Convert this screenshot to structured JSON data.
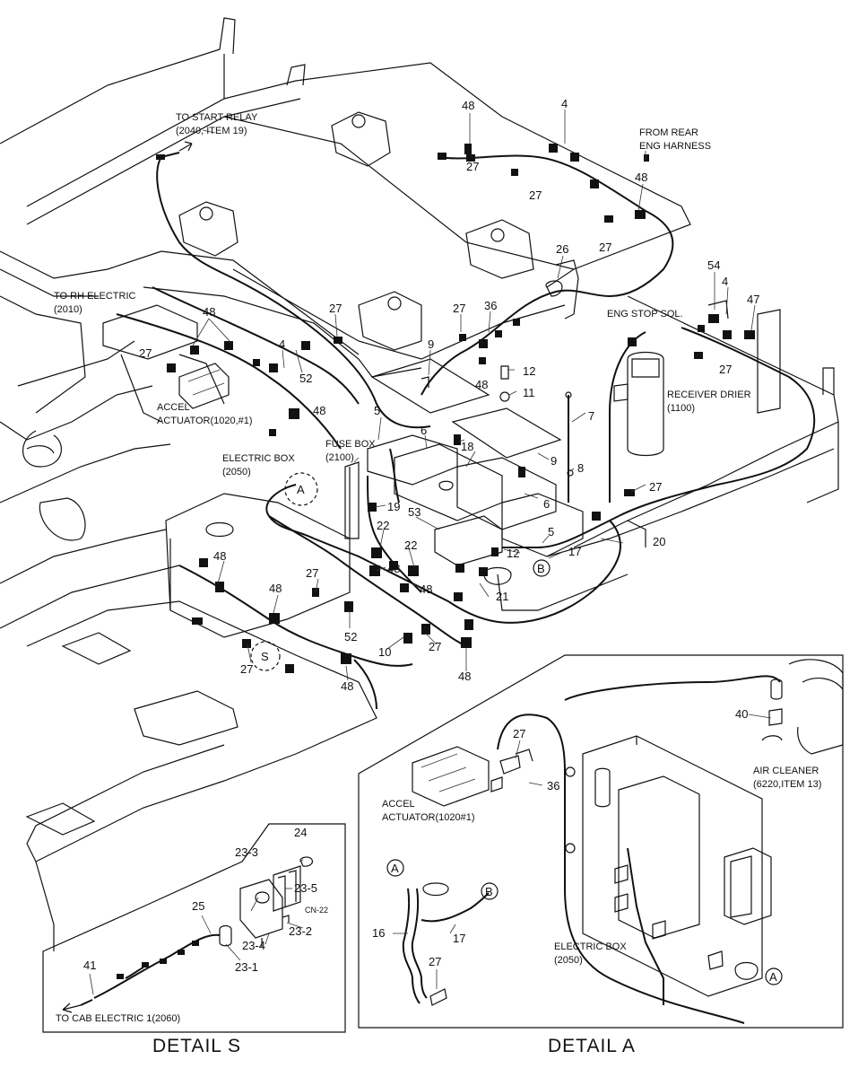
{
  "callouts": {
    "c48a": "48",
    "c4a": "4",
    "c27a": "27",
    "c27b": "27",
    "c48b": "48",
    "c27c": "27",
    "c26": "26",
    "c54": "54",
    "c4b": "4",
    "c47": "47",
    "c27d": "27",
    "c36": "36",
    "c27e": "27",
    "c48c": "48",
    "c27f": "27",
    "c4c": "4",
    "c52a": "52",
    "c9": "9",
    "c12a": "12",
    "c48d": "48",
    "c11": "11",
    "c27g": "27",
    "c7": "7",
    "c48e": "48",
    "c5a": "5",
    "c6a": "6",
    "c18": "18",
    "c9b": "9",
    "c8": "8",
    "c6b": "6",
    "c27h": "27",
    "c19": "19",
    "c53": "53",
    "c22a": "22",
    "c22b": "22",
    "c5b": "5",
    "c17a": "17",
    "c20": "20",
    "c12b": "12",
    "c48f": "48",
    "c27i": "27",
    "c48g": "48",
    "c48h": "48",
    "c48i": "48",
    "c21": "21",
    "c52b": "52",
    "c10": "10",
    "c27j": "27",
    "c27k": "27",
    "c48j": "48",
    "c48k": "48",
    "c40": "40",
    "c27l": "27",
    "c36b": "36",
    "c24": "24",
    "c233": "23-3",
    "c235": "23-5",
    "c25": "25",
    "c234": "23-4",
    "c232": "23-2",
    "c231": "23-1",
    "c41": "41",
    "c16": "16",
    "c17b": "17",
    "c27m": "27"
  },
  "labels": {
    "to_start_relay_1": "TO START RELAY",
    "to_start_relay_2": "(2040, ITEM 19)",
    "from_rear_1": "FROM REAR",
    "from_rear_2": "ENG HARNESS",
    "to_rh_electric_1": "TO RH ELECTRIC",
    "to_rh_electric_2": "(2010)",
    "eng_stop_sol": "ENG STOP SOL.",
    "receiver_drier_1": "RECEIVER DRIER",
    "receiver_drier_2": "(1100)",
    "accel_actuator_1": "ACCEL",
    "accel_actuator_2": "ACTUATOR(1020,#1)",
    "electric_box_1": "ELECTRIC BOX",
    "electric_box_2": "(2050)",
    "fuse_box_1": "FUSE BOX",
    "fuse_box_2": "(2100)",
    "air_cleaner_1": "AIR CLEANER",
    "air_cleaner_2": "(6220,ITEM 13)",
    "detail_accel_1": "ACCEL",
    "detail_accel_2": "ACTUATOR(1020#1)",
    "detail_ebox_1": "ELECTRIC BOX",
    "detail_ebox_2": "(2050)",
    "cn22": "CN-22",
    "to_cab": "TO CAB ELECTRIC 1(2060)",
    "detail_s": "DETAIL  S",
    "detail_a": "DETAIL  A"
  },
  "markers": {
    "circle_a_main": "A",
    "circle_s_main": "S",
    "circle_b_main": "B",
    "circle_a_detail_top": "A",
    "circle_b_detail": "B",
    "circle_a_detail_box": "A"
  }
}
